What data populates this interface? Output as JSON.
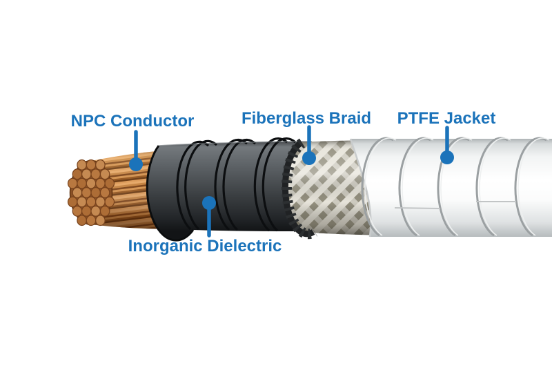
{
  "accent_color": "#1b73ba",
  "diagram": {
    "type": "cable-cutaway-diagram",
    "background": "#ffffff",
    "layer_colors": {
      "conductor_copper": "#b97a42",
      "dielectric_gray": "#43474a",
      "braid_beige": "#dcd9cf",
      "jacket_white": "#f4f5f5"
    }
  },
  "callouts": [
    {
      "id": "conductor",
      "label": "NPC Conductor",
      "label_position": "above"
    },
    {
      "id": "braid",
      "label": "Fiberglass Braid",
      "label_position": "above"
    },
    {
      "id": "jacket",
      "label": "PTFE Jacket",
      "label_position": "above"
    },
    {
      "id": "dielectric",
      "label": "Inorganic Dielectric",
      "label_position": "below"
    }
  ]
}
